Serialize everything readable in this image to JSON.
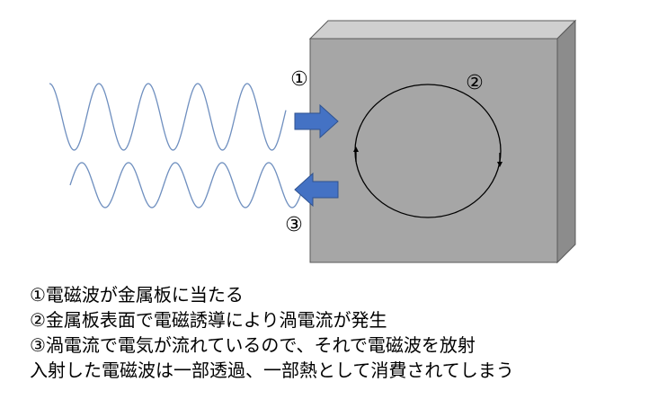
{
  "labels": {
    "step1": "①",
    "step2": "②",
    "step3": "③"
  },
  "caption": {
    "line1": "①電磁波が金属板に当たる",
    "line2": "②金属板表面で電磁誘導により渦電流が発生",
    "line3": "③渦電流で電気が流れているので、それで電磁波を放射",
    "line4": "入射した電磁波は一部透過、一部熱として消費されてしまう"
  },
  "colors": {
    "metal_front": "#a6a6a6",
    "metal_top": "#cfcfcf",
    "metal_side": "#7f7f7f",
    "wave": "#6f8fbf",
    "arrow": "#4472c4",
    "eddy": "#000000"
  }
}
